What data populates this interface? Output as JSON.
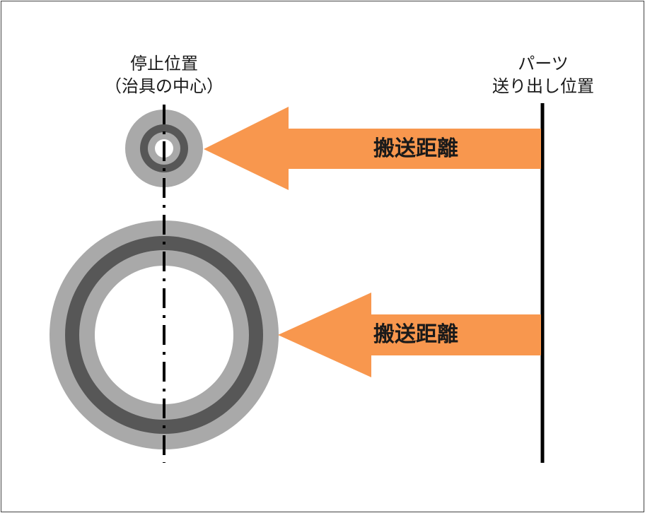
{
  "labels": {
    "stop_position_line1": "停止位置",
    "stop_position_line2": "（治具の中心）",
    "parts_feed_line1": "パーツ",
    "parts_feed_line2": "送り出し位置",
    "transfer_distance_top": "搬送距離",
    "transfer_distance_bottom": "搬送距離"
  },
  "colors": {
    "arrow": "#F8974E",
    "ring_outer": "#A9A9A9",
    "ring_inner": "#575757",
    "line": "#000000",
    "frame_border": "#444444"
  }
}
